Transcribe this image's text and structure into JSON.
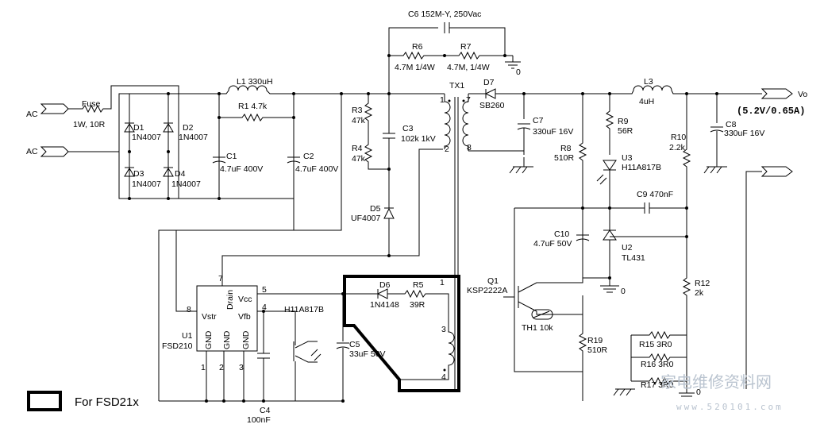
{
  "terminals": {
    "ac1": "AC",
    "ac2": "AC",
    "vo": "Vo",
    "vo_spec": "(5.2V/0.65A)"
  },
  "components": {
    "fuse": {
      "name": "Fuse",
      "value": "1W, 10R"
    },
    "d1": {
      "name": "D1",
      "value": "1N4007"
    },
    "d2": {
      "name": "D2",
      "value": "1N4007"
    },
    "d3": {
      "name": "D3",
      "value": "1N4007"
    },
    "d4": {
      "name": "D4",
      "value": "1N4007"
    },
    "l1": {
      "label": "L1 330uH"
    },
    "r1": {
      "label": "R1  4.7k"
    },
    "c1": {
      "name": "C1",
      "value": "4.7uF 400V"
    },
    "c2": {
      "name": "C2",
      "value": "4.7uF 400V"
    },
    "c6": {
      "label": "C6   152M-Y, 250Vac"
    },
    "r6": {
      "name": "R6",
      "value": "4.7M 1/4W"
    },
    "r7": {
      "name": "R7",
      "value": "4.7M, 1/4W"
    },
    "r3": {
      "name": "R3",
      "value": "47k"
    },
    "r4": {
      "name": "R4",
      "value": "47k"
    },
    "c3": {
      "name": "C3",
      "value": "102k 1kV"
    },
    "d5": {
      "name": "D5",
      "value": "UF4007"
    },
    "tx1": {
      "name": "TX1",
      "pins": [
        "1",
        "2",
        "7",
        "8",
        "1",
        "3",
        "4"
      ]
    },
    "d7": {
      "name": "D7",
      "value": "SB260"
    },
    "c7": {
      "name": "C7",
      "value": "330uF 16V"
    },
    "l3": {
      "name": "L3",
      "value": "4uH"
    },
    "c8": {
      "name": "C8",
      "value": "330uF 16V"
    },
    "r9": {
      "name": "R9",
      "value": "56R"
    },
    "r8": {
      "name": "R8",
      "value": "510R"
    },
    "u3": {
      "name": "U3",
      "value": "H11A817B"
    },
    "r10": {
      "name": "R10",
      "value": "2.2k"
    },
    "c9": {
      "label": "C9  470nF"
    },
    "c10": {
      "name": "C10",
      "value": "4.7uF 50V"
    },
    "u2": {
      "name": "U2",
      "value": "TL431"
    },
    "r12": {
      "name": "R12",
      "value": "2k"
    },
    "q1": {
      "name": "Q1",
      "value": "KSP2222A"
    },
    "th1": {
      "label": "TH1  10k"
    },
    "r19": {
      "name": "R19",
      "value": "510R"
    },
    "r15": {
      "label": "R15  3R0"
    },
    "r16": {
      "label": "R16  3R0"
    },
    "r17": {
      "label": "R17 3R0"
    },
    "u1": {
      "name": "U1",
      "value": "FSD210",
      "pins": {
        "vstr": "Vstr",
        "drain": "Drain",
        "vcc": "Vcc",
        "vfb": "Vfb",
        "gnd": "GND"
      },
      "pin_numbers": [
        "8",
        "7",
        "5",
        "4",
        "1",
        "2",
        "3"
      ]
    },
    "d6": {
      "name": "D6",
      "value": "1N4148"
    },
    "r5": {
      "name": "R5",
      "value": "39R"
    },
    "opto_fb": {
      "label": "H11A817B"
    },
    "c5": {
      "name": "C5",
      "value": "33uF 50V"
    },
    "c4": {
      "name": "C4",
      "value": "100nF"
    }
  },
  "ground_labels": [
    "0",
    "0",
    "0"
  ],
  "legend": {
    "text": "For FSD21x"
  },
  "watermark": {
    "cn": "家电维修资料网",
    "url": "www.520101.com"
  }
}
